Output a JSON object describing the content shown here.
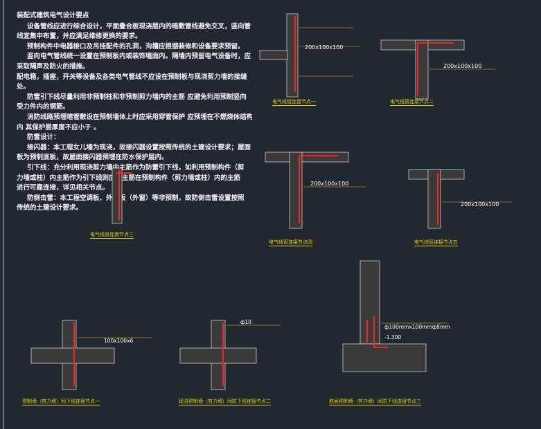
{
  "notes": {
    "title": "装配式建筑电气设计要点",
    "lines": [
      "设备管线应进行综合设计，平面叠合板现浇层内的暗敷管线避免交叉，竖向管",
      "线宜集中布置，并应满足维修更换的要求。",
      "预制构件中电器接口及吊挂配件的孔洞，沟槽应根据装修和设备要求预留。",
      "竖向电气管线统一设置在预制板内或装饰墙面内。隔墙内预留电气设备时，应",
      "采取隔声及防火的措施。",
      " 配电箱，插座，开关等设备及各类电气管线不应设在预制板与现浇剪力墙的接缝",
      "处。",
      "防雷引下线尽量利用非预制柱和非预制剪力墙内的主筋 应避免利用预制竖向",
      "受力件内的钢筋。",
      "消防线路预埋暗管敷设在预制墙体上时应采用穿管保护 应预埋在不燃烧体结构",
      "内 其保护层厚度不应小于       。",
      "防雷设计：",
      "接闪器：本工程女儿墙为现浇，故接闪器设置按照传统的土建设计要求；屋面",
      "板为预制底板，故屋面接闪器预埋在防水保护层内。",
      "引下线：充分利用现浇剪力墙内主筋作为防雷引下线，如利用预制构件（剪",
      "力墙或柱）内主筋作为引下线则应与主筋在预制构件（剪力墙或柱）内的主筋",
      "进行可靠连接，详见相关节点。",
      "防侧击雷：本工程空调板、外墙板（外窗）等非预制，故防侧击雷设置按照",
      "传统的土建设计要求。"
    ]
  },
  "details": {
    "d1": {
      "caption": "电气线管连接节点一",
      "dim": "200x100x100"
    },
    "d2": {
      "caption": "电气线管连接节点二",
      "dim": "200x100x100"
    },
    "d3": {
      "caption": "电气线管连接节点四",
      "dim": "200x100x100"
    },
    "d4": {
      "caption": "电气线管连接节点五",
      "dim": "200x100x100"
    },
    "d5": {
      "caption": "电气线管连接节点三"
    },
    "b1": {
      "caption": "预制墙（剪力墙）间下线连接节点一",
      "dim": "100x100x6"
    },
    "b2": {
      "caption": "现浇预制墙（剪力墙）间防下线连接节点二",
      "dim": "ф10"
    },
    "b3": {
      "caption": "底层预制墙（剪力墙）间防下线连接节点三",
      "dim": "ф100mmx100mmф8mm",
      "level": "-1.300"
    }
  }
}
